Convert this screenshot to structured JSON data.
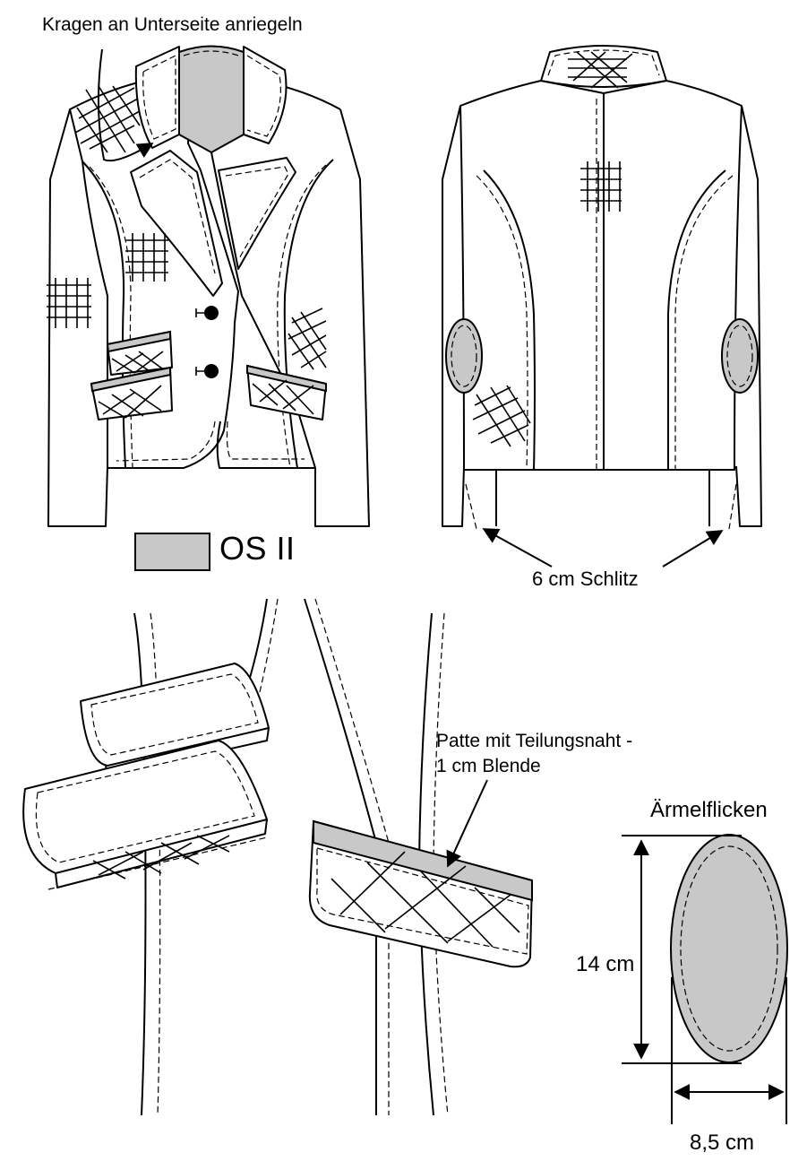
{
  "labels": {
    "collar_note": "Kragen an Unterseite anriegeln",
    "fabric_legend": "OS II",
    "vent_note": "6 cm Schlitz",
    "flap_note_line1": "Patte mit Teilungsnaht -",
    "flap_note_line2": "1 cm Blende",
    "patch_title": "Ärmelflicken",
    "patch_height": "14 cm",
    "patch_width": "8,5 cm"
  },
  "colors": {
    "line": "#000000",
    "fabric_os2": "#c8c8c8",
    "background": "#ffffff"
  }
}
